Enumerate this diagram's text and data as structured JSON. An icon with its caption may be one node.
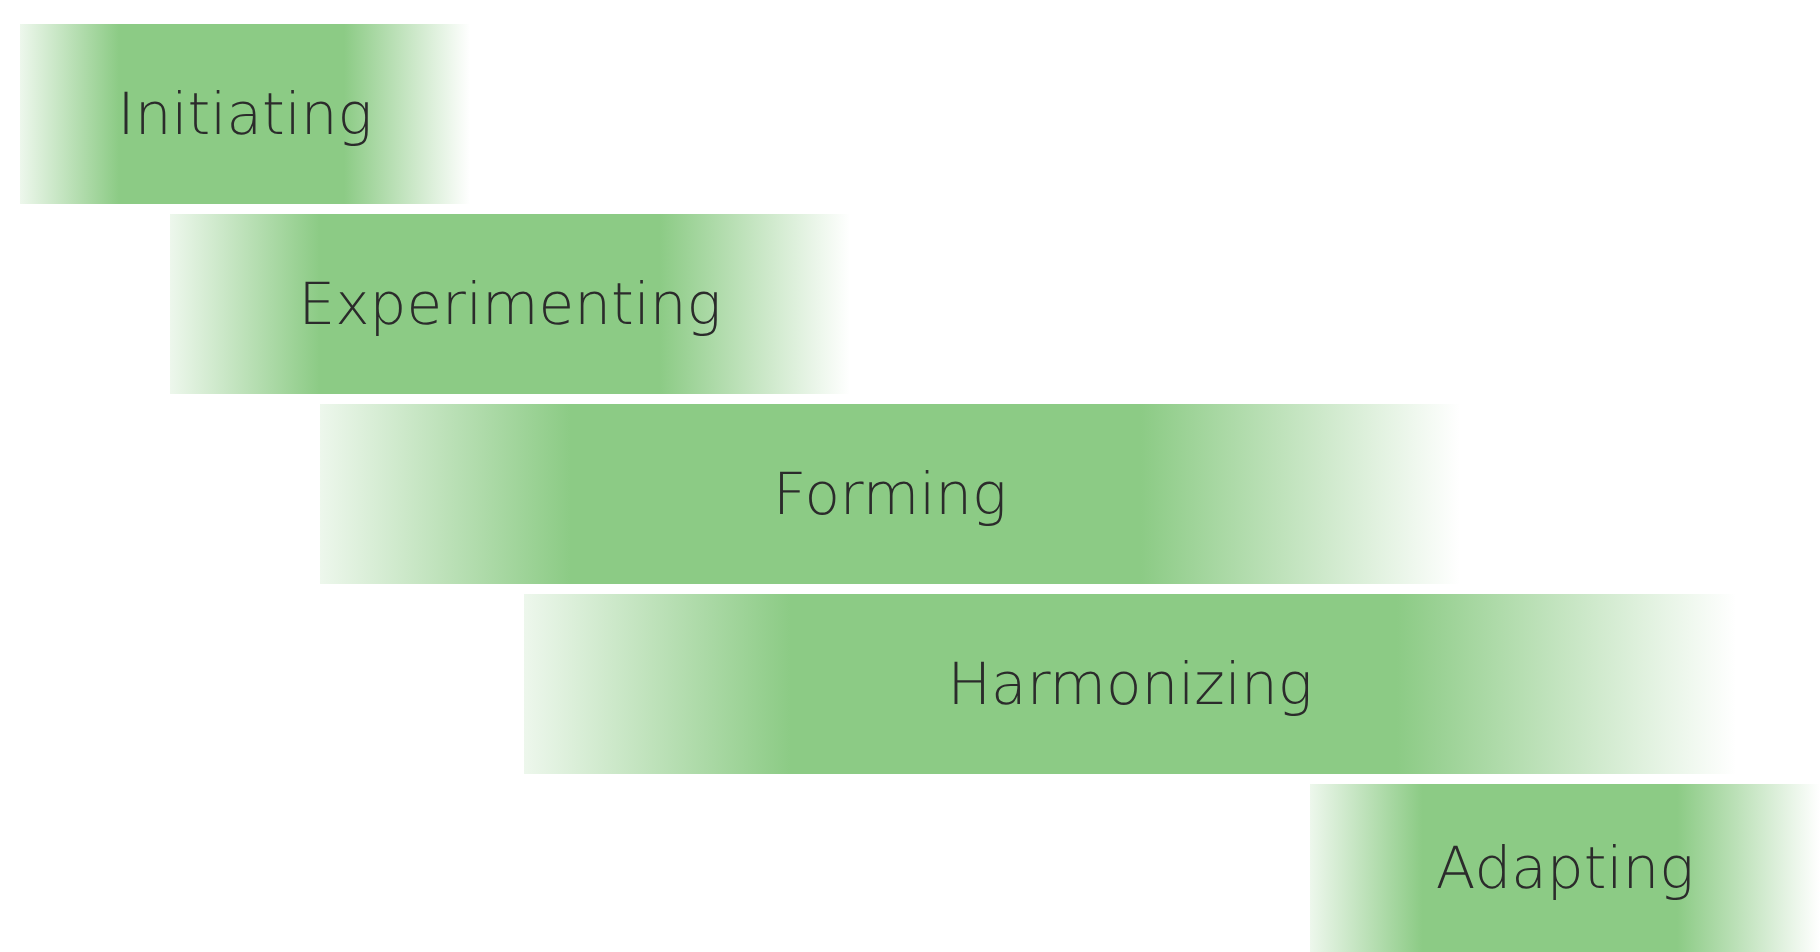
{
  "diagram": {
    "nodes": [
      {
        "text": [
          "Initiating"
        ]
      },
      {
        "text": [
          "Experimenting"
        ]
      },
      {
        "text": [
          "Forming"
        ]
      },
      {
        "text": [
          "Harmonizing"
        ]
      },
      {
        "text": [
          "Adapting"
        ]
      }
    ]
  }
}
